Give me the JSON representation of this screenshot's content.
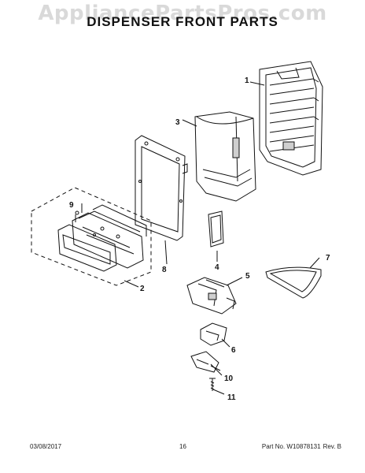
{
  "watermark": "AppliancePartsPros.com",
  "title": "DISPENSER FRONT PARTS",
  "callouts": {
    "c1": "1",
    "c2": "2",
    "c3": "3",
    "c4": "4",
    "c5": "5",
    "c6": "6",
    "c7": "7",
    "c8": "8",
    "c9": "9",
    "c10": "10",
    "c11": "11"
  },
  "footer": {
    "date": "03/08/2017",
    "page": "16",
    "part_label": "Part No. W10878131",
    "rev": "Rev. B"
  },
  "colors": {
    "ink": "#111111",
    "watermark": "#d9d9d9",
    "shade": "#cfcfcf"
  }
}
